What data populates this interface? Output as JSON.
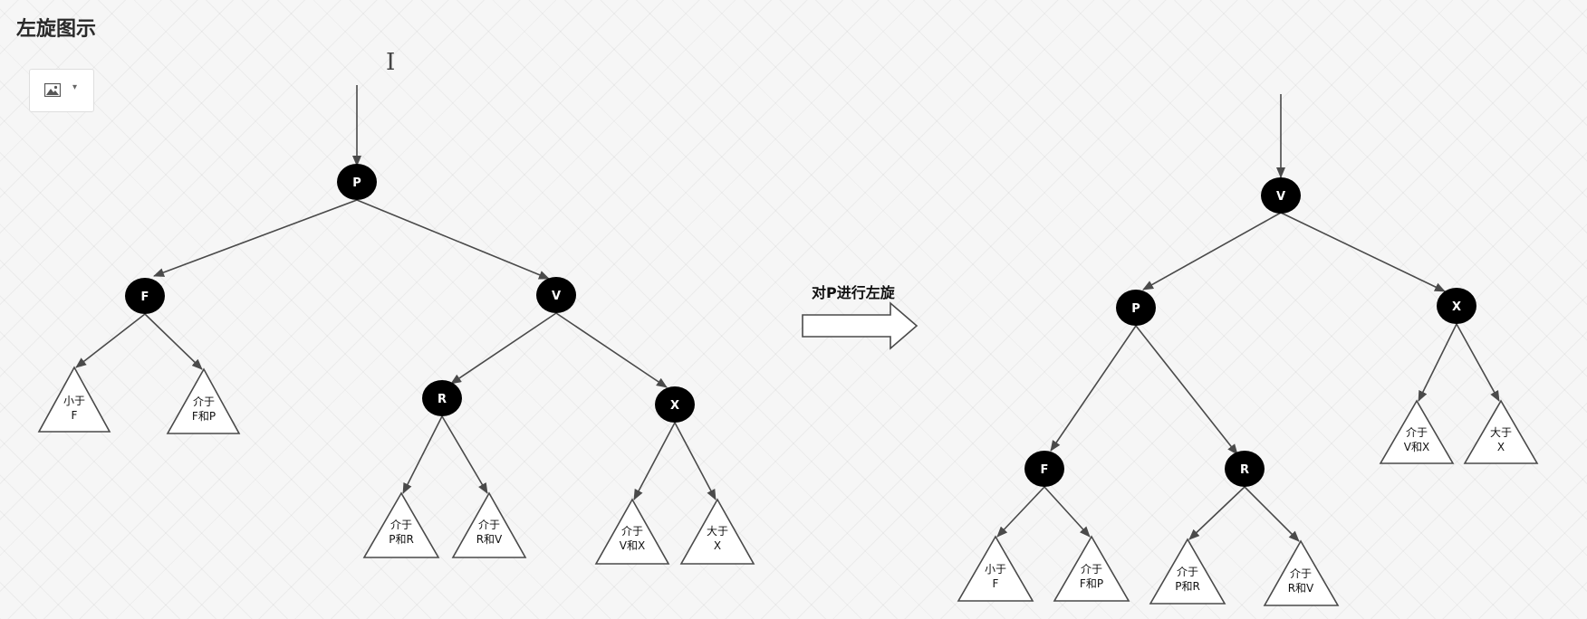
{
  "title": "左旋图示",
  "toolbar": {
    "image_icon": "image-icon",
    "dropdown_icon": "chevron-down-icon"
  },
  "rotation_label": "对P进行左旋",
  "before_tree": {
    "nodes": [
      "P",
      "F",
      "V",
      "R",
      "X"
    ],
    "subtrees": [
      [
        "小于",
        "F"
      ],
      [
        "介于",
        "F和P"
      ],
      [
        "介于",
        "P和R"
      ],
      [
        "介于",
        "R和V"
      ],
      [
        "介于",
        "V和X"
      ],
      [
        "大于",
        "X"
      ]
    ]
  },
  "after_tree": {
    "nodes": [
      "V",
      "P",
      "X",
      "F",
      "R"
    ],
    "subtrees": [
      [
        "小于",
        "F"
      ],
      [
        "介于",
        "F和P"
      ],
      [
        "介于",
        "P和R"
      ],
      [
        "介于",
        "R和V"
      ],
      [
        "介于",
        "V和X"
      ],
      [
        "大于",
        "X"
      ]
    ]
  },
  "colors": {
    "node_fill": "#000000",
    "edge": "#4a4a4a",
    "triangle_fill": "#ffffff"
  }
}
